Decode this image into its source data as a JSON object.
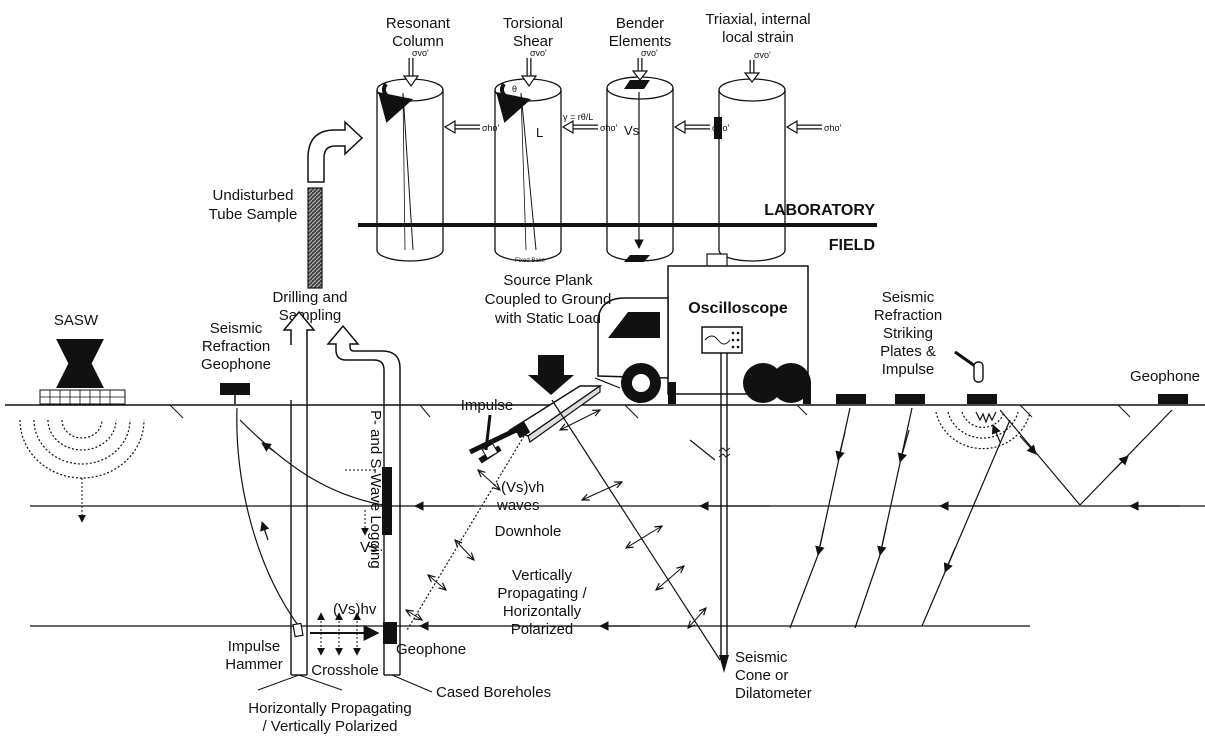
{
  "colors": {
    "ink": "#111111",
    "background": "#ffffff"
  },
  "lab": {
    "resonant_column": [
      "Resonant",
      "Column"
    ],
    "torsional_shear": [
      "Torsional",
      "Shear"
    ],
    "bender_elements": [
      "Bender",
      "Elements"
    ],
    "triaxial": [
      "Triaxial, internal",
      "local strain"
    ],
    "sigma_vo": "σvo'",
    "sigma_ho": "σho'",
    "gamma_formula": "γ = rθ/L",
    "length_L": "L",
    "theta": "θ",
    "vs": "Vs",
    "fixed_base": "Fixed Base"
  },
  "sections": {
    "laboratory": "LABORATORY",
    "field": "FIELD"
  },
  "field": {
    "undisturbed_tube": [
      "Undisturbed",
      "Tube Sample"
    ],
    "drilling": [
      "Drilling and",
      "Sampling"
    ],
    "sasw": "SASW",
    "seismic_refraction_geophone": [
      "Seismic",
      "Refraction",
      "Geophone"
    ],
    "source_plank": [
      "Source Plank",
      "Coupled to Ground",
      "with Static Load"
    ],
    "oscilloscope": "Oscilloscope",
    "seismic_refraction_plates": [
      "Seismic",
      "Refraction",
      "Striking",
      "Plates &",
      "Impulse"
    ],
    "geophone_right": "Geophone",
    "impulse": "Impulse",
    "ps_logging": "P- and S-Wave Logging",
    "vs_log": "Vs",
    "vs_vh": "(Vs)vh",
    "waves": "waves",
    "downhole": "Downhole",
    "vertically": [
      "Vertically",
      "Propagating /",
      "Horizontally",
      "Polarized"
    ],
    "impulse_hammer": [
      "Impulse",
      "Hammer"
    ],
    "vs_hv": "(Vs)hv",
    "geophone_hole": "Geophone",
    "crosshole": "Crosshole",
    "cased_boreholes": "Cased Boreholes",
    "horizontally": [
      "Horizontally Propagating",
      "/ Vertically Polarized"
    ],
    "seismic_cone": [
      "Seismic",
      "Cone or",
      "Dilatometer"
    ]
  }
}
